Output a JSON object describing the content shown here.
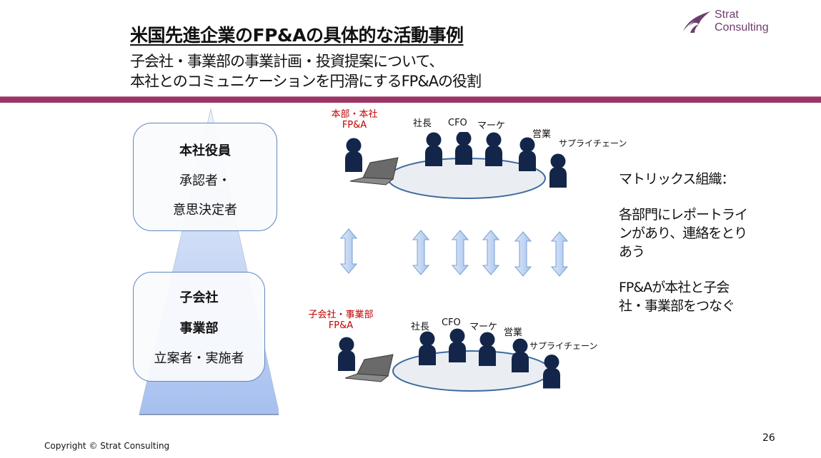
{
  "header": {
    "title": "米国先進企業のFP&Aの具体的な活動事例",
    "subtitle_line1": "子会社・事業部の事業計画・投資提案について、",
    "subtitle_line2": "本社とのコミュニケーションを円滑にするFP&Aの役割",
    "band_color": "#9b3566"
  },
  "logo": {
    "line1": "Strat",
    "line2": "Consulting",
    "icon": "strat-logo-swoosh-icon",
    "color": "#6d3e6c"
  },
  "pyramid": {
    "top_card": {
      "heading": "本社役員",
      "line1": "承認者・",
      "line2": "意思決定者"
    },
    "bottom_card": {
      "heading1": "子会社",
      "heading2": "事業部",
      "line1": "立案者・実施者"
    }
  },
  "meetings": {
    "hq": {
      "fpa_label_line1": "本部・本社",
      "fpa_label_line2": "FP&A",
      "participants": [
        "社長",
        "CFO",
        "マーケ",
        "営業",
        "サプライチェーン"
      ]
    },
    "sub": {
      "fpa_label_line1": "子会社・事業部",
      "fpa_label_line2": "FP&A",
      "participants": [
        "社長",
        "CFO",
        "マーケ",
        "営業",
        "サプライチェーン"
      ]
    },
    "arrow_icon": "double-arrow-vertical-icon",
    "person_icon": "person-icon",
    "laptop_icon": "laptop-icon"
  },
  "notes": {
    "p1": "マトリックス組織：",
    "p2": "各部門にレポートラインがあり、連絡をとりあう",
    "p3": "FP&Aが本社と子会社・事業部をつなぐ"
  },
  "footer": {
    "copyright": "Copyright © Strat Consulting",
    "page_number": "26"
  }
}
